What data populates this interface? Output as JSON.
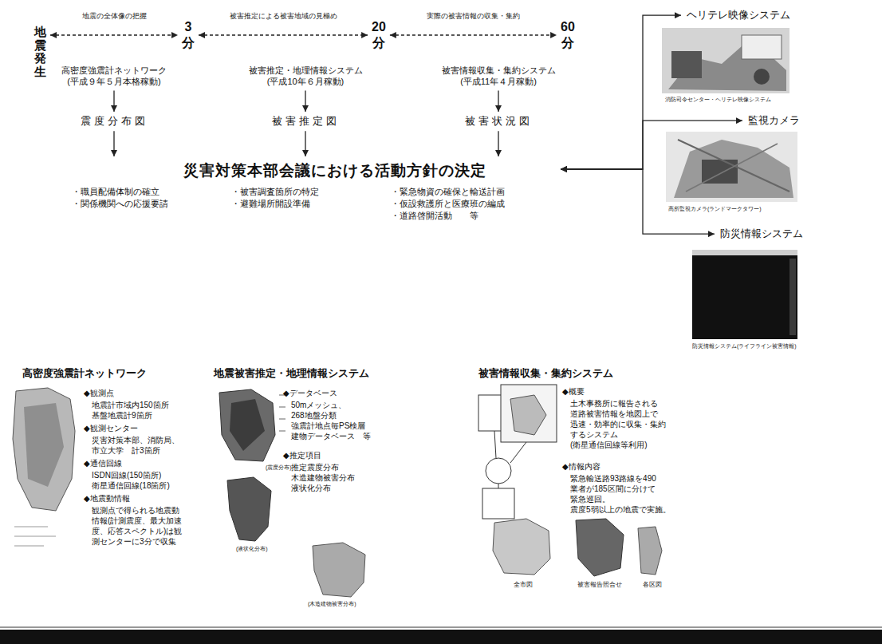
{
  "diagram": {
    "nodes": [
      {
        "text": [
          "地震発生"
        ]
      },
      {
        "text": [
          "3",
          "分"
        ]
      },
      {
        "text": [
          "20",
          "分"
        ]
      },
      {
        "text": [
          "60",
          "分"
        ]
      },
      {
        "text": [
          "高密度強震計ネットワーク",
          "(平成９年５月本格稼動)"
        ]
      },
      {
        "text": [
          "被害推定・地理情報システム",
          "(平成10年６月稼動)"
        ]
      },
      {
        "text": [
          "被害情報収集・集約システム",
          "(平成11年４月稼動)"
        ]
      },
      {
        "text": [
          "ヘリテレ映像システム"
        ]
      },
      {
        "text": [
          "震度分布図"
        ]
      },
      {
        "text": [
          "被害推定図"
        ]
      },
      {
        "text": [
          "被害状況図"
        ]
      },
      {
        "text": [
          "監視カメラ"
        ]
      },
      {
        "text": [
          "災害対策本部会議における活動方針の決定",
          "・職員配備体制の確立",
          "・被害調査箇所の特定",
          "・緊急物資の確保と輸送計画",
          "・関係機関への応援要請",
          "・避難場所開設準備",
          "・仮設救護所と医療班の編成",
          "・道路啓開活動　　等"
        ]
      },
      {
        "text": [
          "防災情報システム"
        ]
      },
      {
        "text": [
          "高密度強震計ネットワーク",
          "◆観測点",
          "地震計市域内150箇所 基盤地震計9箇所",
          "◆観測センター",
          "災害対策本部、消防局、 市立大学　計3箇所",
          "◆通信回線",
          "ISDN回線(150箇所) 衛星通信回線(18箇所)",
          "◆地震動情報",
          "観測点で得られる地震動 情報(計測震度、最大加速 度、応答スペクトル)は観 測センターに3分で収集"
        ]
      },
      {
        "text": [
          "地震被害推定・地理情報システム",
          "◆データベース",
          "50mメッシュ、 268地盤分類 強震計地点毎PS検層 建物データベース　等",
          "◆推定項目",
          "推定震度分布 木造建物被害分布 液状化分布"
        ]
      },
      {
        "text": [
          "被害情報収集・集約システム",
          "◆概要",
          "土木事務所に報告される 道路被害情報を地図上で 迅速・効率的に収集・集約 するシステム (衛星通信回線等利用)",
          "◆情報内容",
          "緊急輸送路93路線を490 業者が185区間に分けて 緊急巡回。 震度5弱以上の地震で実施。"
        ]
      }
    ],
    "edges": [
      {
        "from": 0,
        "to": 1,
        "arrow": "both",
        "label": "地震の全体像の把握"
      },
      {
        "from": 1,
        "to": 2,
        "arrow": "both",
        "label": "被害推定による被害地域の見極め"
      },
      {
        "from": 2,
        "to": 3,
        "arrow": "both",
        "label": "実際の被害情報の収集・集約"
      },
      {
        "from": 4,
        "to": 8,
        "arrow": "to"
      },
      {
        "from": 5,
        "to": 9,
        "arrow": "to"
      },
      {
        "from": 6,
        "to": 10,
        "arrow": "to"
      },
      {
        "from": 8,
        "to": 12,
        "arrow": "to"
      },
      {
        "from": 9,
        "to": 12,
        "arrow": "to"
      },
      {
        "from": 10,
        "to": 12,
        "arrow": "to"
      },
      {
        "from": 12,
        "to": 7,
        "arrow": "both"
      },
      {
        "from": 12,
        "to": 11,
        "arrow": "both"
      },
      {
        "from": 12,
        "to": 13,
        "arrow": "both"
      }
    ],
    "labels": [
      "消防司令センター・ヘリテレ映像システム",
      "高所監視カメラ(ランドマークタワー)",
      "防災情報システム(ライフライン被害情報)",
      "(震度分布)",
      "(液状化分布)",
      "(木造建物被害分布)",
      "全市図",
      "被害報告照合せ",
      "各区図"
    ]
  }
}
